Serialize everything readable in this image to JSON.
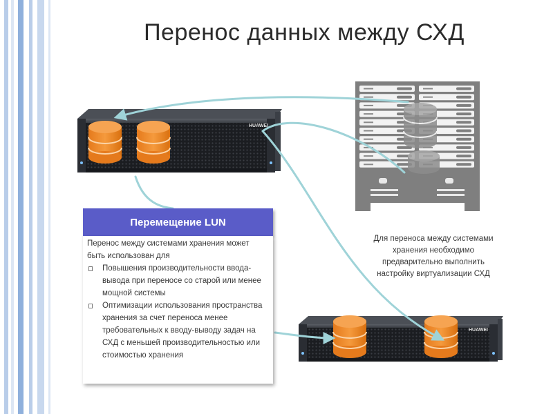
{
  "slide": {
    "title": "Перенос данных между СХД"
  },
  "storage_a": {
    "brand": "HUAWEI"
  },
  "storage_b": {
    "brand": "HUAWEI"
  },
  "lun_panel": {
    "header": "Перемещение LUN",
    "intro": "Перенос между системами хранения может быть использован для",
    "bullets": [
      "Повышения производительности ввода-вывода при переносе со старой или менее мощной системы",
      "Оптимизации использования пространства хранения за счет переноса менее требовательных к вводу-выводу задач на СХД с меньшей производительностью или стоимостью хранения"
    ]
  },
  "note": {
    "text": "Для переноса между системами хранения необходимо предварительно выполнить настройку виртуализации СХД"
  },
  "colors": {
    "accent": "#5a5cc8",
    "database": "#f08a2a",
    "arrow": "#9fd3d8",
    "server": "#7f7f7f",
    "stripes": [
      "#dce6f4",
      "#b9cde9",
      "#8fb0dc"
    ]
  }
}
